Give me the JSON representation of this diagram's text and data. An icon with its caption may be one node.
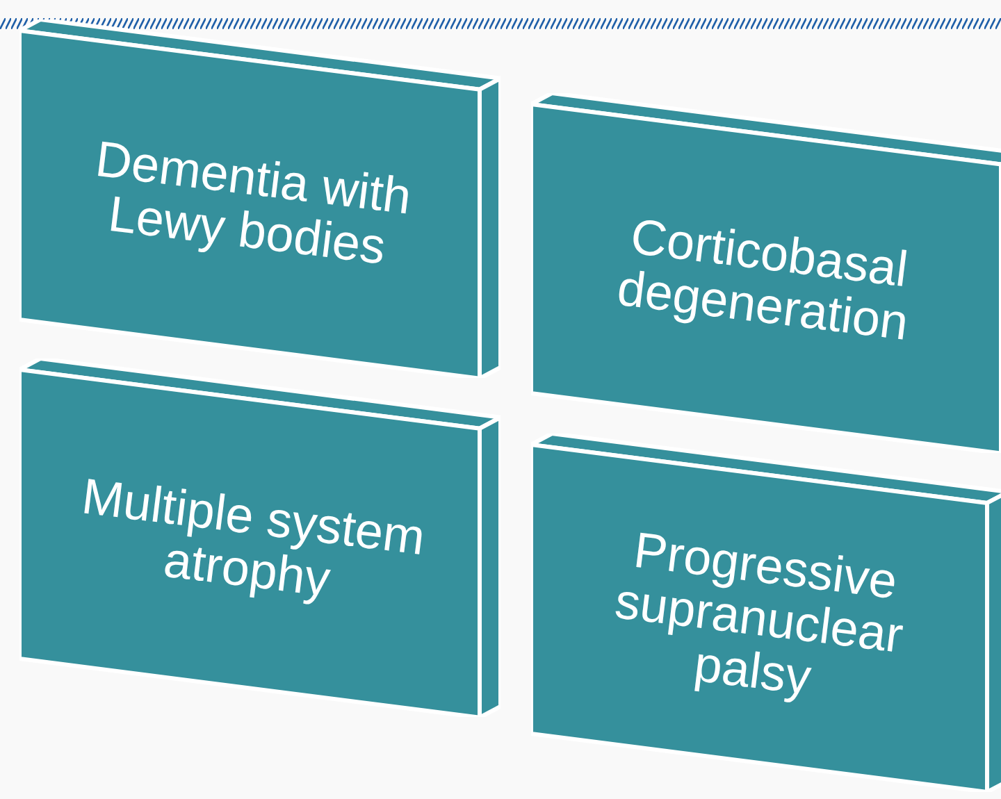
{
  "diagram": {
    "nodes": [
      {
        "text": [
          "Dementia with Lewy bodies"
        ]
      },
      {
        "text": [
          "Corticobasal degeneration"
        ]
      },
      {
        "text": [
          "Multiple system atrophy"
        ]
      },
      {
        "text": [
          "Progressive supranuclear palsy"
        ]
      }
    ]
  }
}
